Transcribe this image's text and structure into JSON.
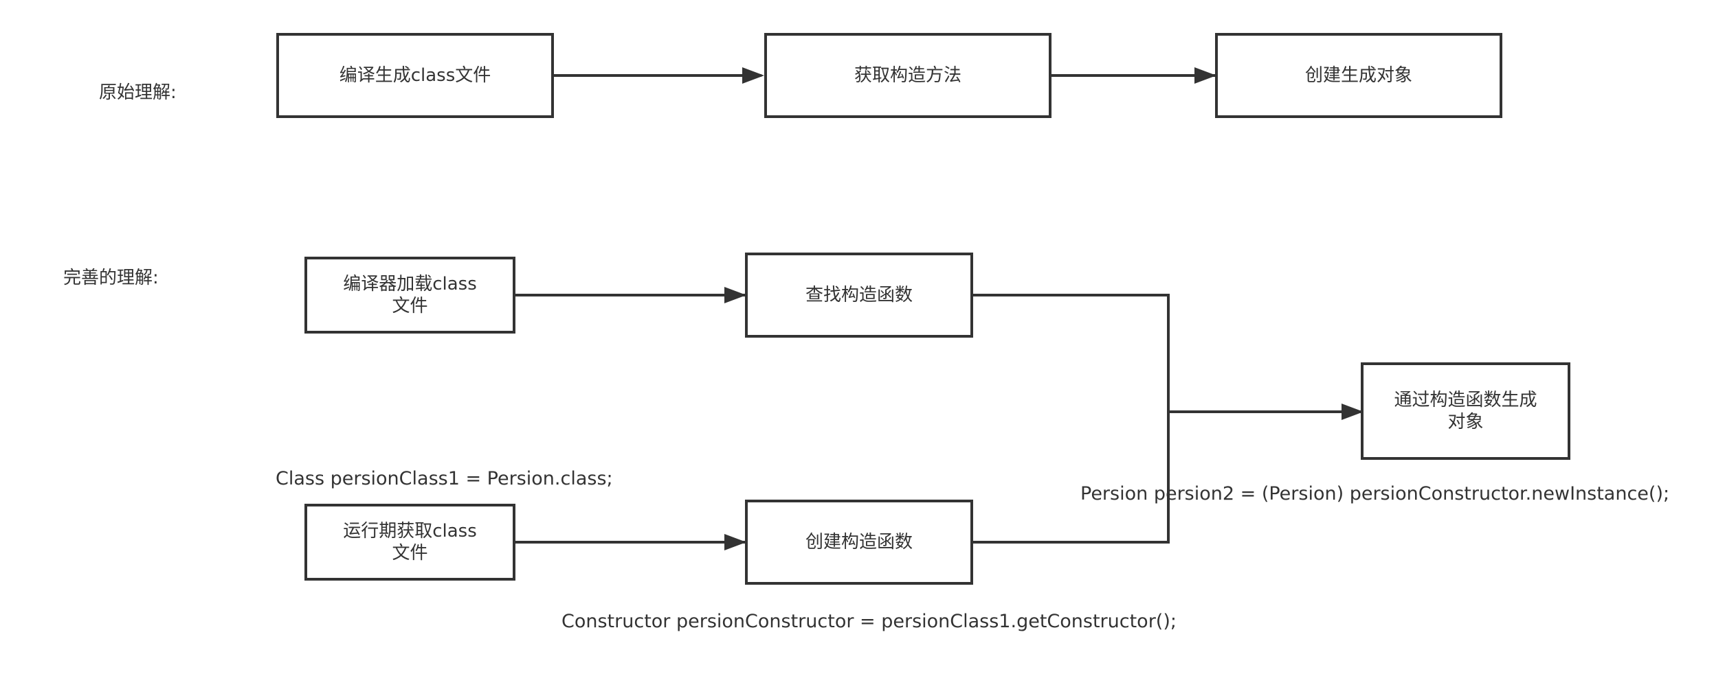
{
  "rows": {
    "original": {
      "label": "原始理解:",
      "steps": [
        "编译生成class文件",
        "获取构造方法",
        "创建生成对象"
      ]
    },
    "improved": {
      "label": "完善的理解:",
      "compile_step": "编译器加载class文件",
      "find_constructor": "查找构造函数",
      "runtime_step": "运行期获取class文件",
      "create_constructor": "创建构造函数",
      "result": "通过构造函数生成对象"
    }
  },
  "code": {
    "class_line": "Class persionClass1 = Persion.class;",
    "constructor_line": "Constructor persionConstructor = persionClass1.getConstructor();",
    "instance_line": "Persion persion2 = (Persion) persionConstructor.newInstance();"
  }
}
